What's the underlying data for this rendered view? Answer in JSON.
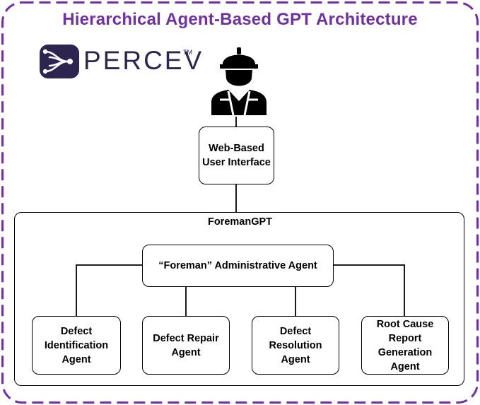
{
  "title": "Hierarchical Agent-Based GPT Architecture",
  "logo": {
    "text": "PERCEV",
    "tm": "TM"
  },
  "icons": {
    "logo": "percev-network-logo-icon",
    "user": "construction-worker-icon"
  },
  "colors": {
    "accent": "#7030a0",
    "logo_dark": "#2d2550",
    "line": "#000000"
  },
  "nodes": {
    "ui": "Web-Based\nUser Interface",
    "container": "ForemanGPT",
    "foreman": "“Foreman” Administrative Agent",
    "agents": [
      "Defect\nIdentification\nAgent",
      "Defect Repair\nAgent",
      "Defect\nResolution\nAgent",
      "Root Cause\nReport\nGeneration\nAgent"
    ]
  }
}
